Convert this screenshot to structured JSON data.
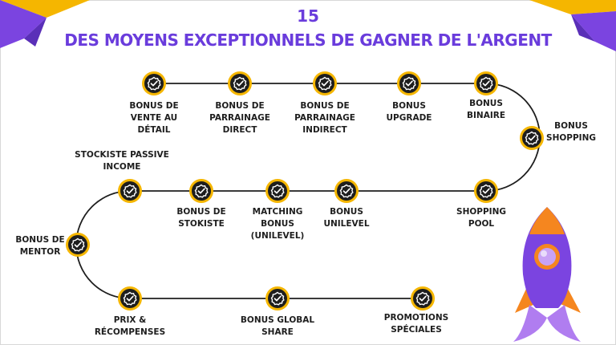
{
  "header": {
    "number": "15",
    "title": "DES MOYENS EXCEPTIONNELS DE GAGNER DE L'ARGENT"
  },
  "colors": {
    "title": "#6a3cdc",
    "node_ring": "#f5b600",
    "node_fill": "#1e1e1e",
    "path": "#1e1e1e",
    "rocket_body": "#7b44e0",
    "rocket_flame": "#f5861f"
  },
  "icons": [
    "check-badge-icon",
    "rocket-icon",
    "paper-plane-icon"
  ],
  "steps": [
    {
      "label": "BONUS DE\nVENTE AU\nDÉTAIL"
    },
    {
      "label": "BONUS DE\nPARRAINAGE\nDIRECT"
    },
    {
      "label": "BONUS DE\nPARRAINAGE\nINDIRECT"
    },
    {
      "label": "BONUS\nUPGRADE"
    },
    {
      "label": "BONUS\nBINAIRE"
    },
    {
      "label": "BONUS\nSHOPPING"
    },
    {
      "label": "SHOPPING\nPOOL"
    },
    {
      "label": "BONUS\nUNILEVEL"
    },
    {
      "label": "MATCHING\nBONUS\n(UNILEVEL)"
    },
    {
      "label": "BONUS DE\nSTOKISTE"
    },
    {
      "label": "STOCKISTE PASSIVE\nINCOME"
    },
    {
      "label": "BONUS DE\nMENTOR"
    },
    {
      "label": "PRIX &\nRÉCOMPENSES"
    },
    {
      "label": "BONUS GLOBAL\nSHARE"
    },
    {
      "label": "PROMOTIONS\nSPÉCIALES"
    }
  ]
}
